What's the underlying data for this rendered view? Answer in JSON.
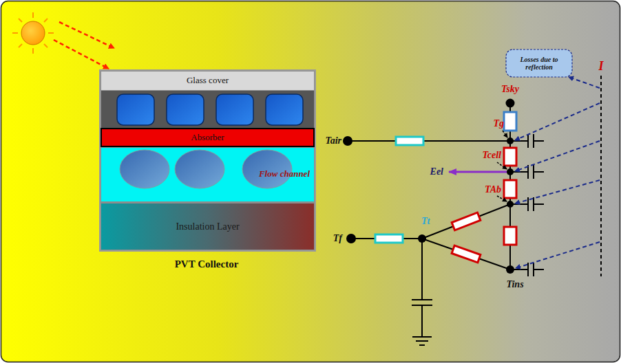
{
  "diagram": {
    "nodes": [
      {
        "text": [
          "Glass cover"
        ]
      },
      {
        "text": [
          "Absorber"
        ]
      },
      {
        "text": [
          "Flow channel"
        ]
      },
      {
        "text": [
          "Insulation Layer"
        ]
      },
      {
        "text": [
          "Losses due to reflection"
        ]
      }
    ],
    "labels": [
      "PVT Collector",
      "Tsky",
      "Tg",
      "Tair",
      "Tcell",
      "Eel",
      "TAb",
      "Tt",
      "Tf",
      "Tins",
      "I"
    ]
  }
}
